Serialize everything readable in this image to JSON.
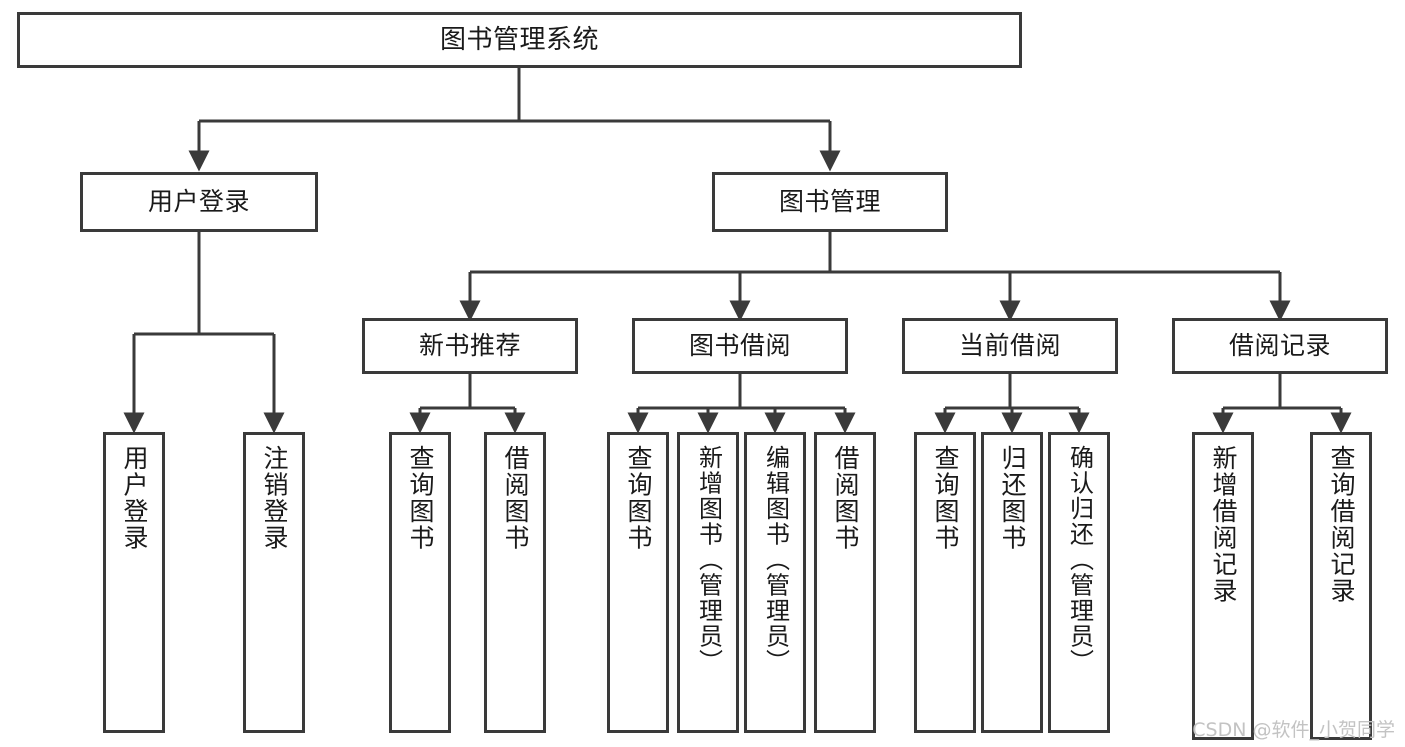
{
  "diagram": {
    "title": "图书管理系统",
    "watermark": "CSDN @软件_小贺同学",
    "colors": {
      "stroke": "#3a3a3a",
      "fill": "#ffffff",
      "text": "#1a1a1a",
      "watermark": "#c3c3c3"
    },
    "levels": {
      "root": {
        "label": "图书管理系统"
      },
      "level2": [
        {
          "id": "user-login",
          "label": "用户登录"
        },
        {
          "id": "book-management",
          "label": "图书管理"
        }
      ],
      "level3": [
        {
          "id": "new-book-recommend",
          "label": "新书推荐"
        },
        {
          "id": "book-borrow",
          "label": "图书借阅"
        },
        {
          "id": "current-borrow",
          "label": "当前借阅"
        },
        {
          "id": "borrow-record",
          "label": "借阅记录"
        }
      ],
      "leaves": {
        "user_login": [
          {
            "id": "leaf-user-login",
            "label": "用户登录"
          },
          {
            "id": "leaf-logout-login",
            "label": "注销登录"
          }
        ],
        "new_book_recommend": [
          {
            "id": "leaf-query-book-1",
            "label": "查询图书"
          },
          {
            "id": "leaf-borrow-book-1",
            "label": "借阅图书"
          }
        ],
        "book_borrow": [
          {
            "id": "leaf-query-book-2",
            "label": "查询图书"
          },
          {
            "id": "leaf-add-book",
            "label": "新增图书（管理员）"
          },
          {
            "id": "leaf-edit-book",
            "label": "编辑图书（管理员）"
          },
          {
            "id": "leaf-borrow-book-2",
            "label": "借阅图书"
          }
        ],
        "current_borrow": [
          {
            "id": "leaf-query-book-3",
            "label": "查询图书"
          },
          {
            "id": "leaf-return-book",
            "label": "归还图书"
          },
          {
            "id": "leaf-confirm-return",
            "label": "确认归还（管理员）"
          }
        ],
        "borrow_record": [
          {
            "id": "leaf-add-record",
            "label": "新增借阅记录"
          },
          {
            "id": "leaf-query-record",
            "label": "查询借阅记录"
          }
        ]
      }
    }
  }
}
